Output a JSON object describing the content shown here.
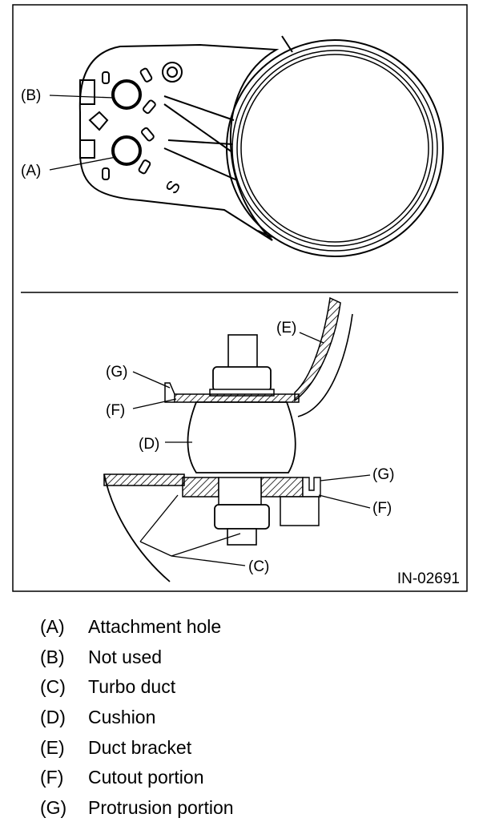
{
  "figure": {
    "code": "IN-02691",
    "callouts": {
      "top_B": "(B)",
      "top_A": "(A)",
      "bottom_E": "(E)",
      "bottom_G_left": "(G)",
      "bottom_F_left": "(F)",
      "bottom_D": "(D)",
      "bottom_G_right": "(G)",
      "bottom_F_right": "(F)",
      "bottom_C": "(C)"
    },
    "bracket_mark": "S"
  },
  "legend": [
    {
      "letter": "(A)",
      "text": "Attachment hole"
    },
    {
      "letter": "(B)",
      "text": "Not used"
    },
    {
      "letter": "(C)",
      "text": "Turbo duct"
    },
    {
      "letter": "(D)",
      "text": "Cushion"
    },
    {
      "letter": "(E)",
      "text": "Duct bracket"
    },
    {
      "letter": "(F)",
      "text": "Cutout portion"
    },
    {
      "letter": "(G)",
      "text": "Protrusion portion"
    }
  ]
}
